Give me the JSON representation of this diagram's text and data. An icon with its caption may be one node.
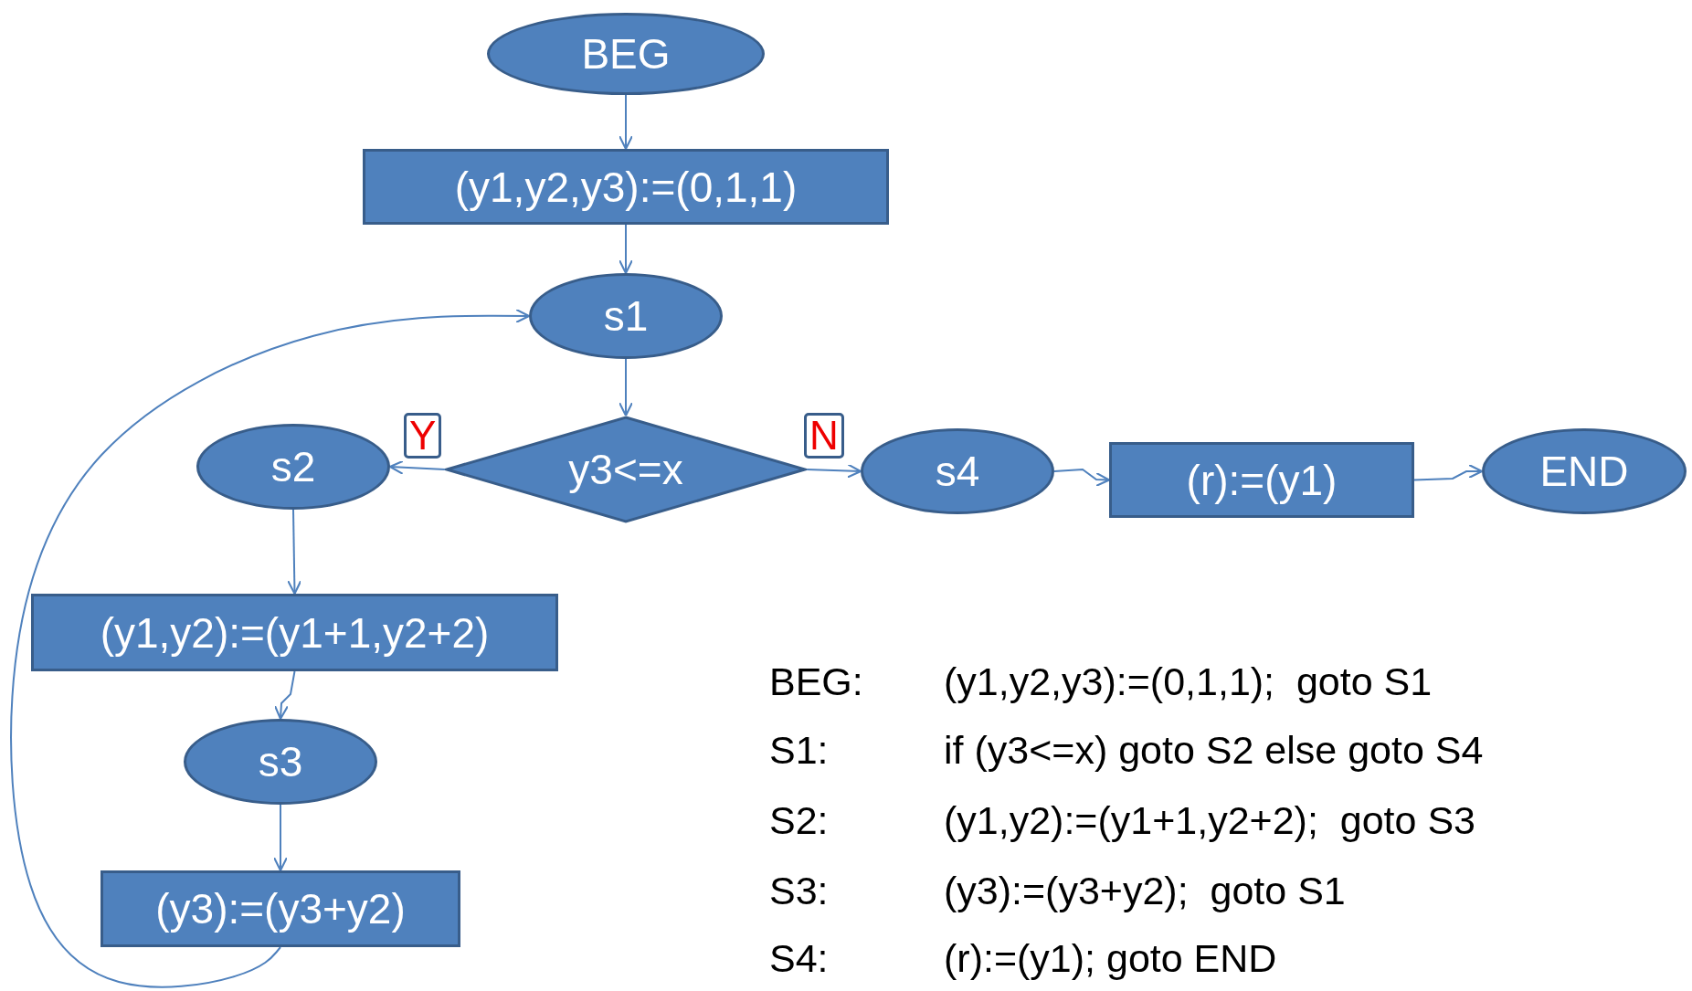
{
  "diagram": {
    "nodes": [
      {
        "text": [
          "BEG"
        ]
      },
      {
        "text": [
          "(y1,y2,y3):=(0,1,1)"
        ]
      },
      {
        "text": [
          "s1"
        ]
      },
      {
        "text": [
          "y3<=x"
        ]
      },
      {
        "text": [
          "s2"
        ]
      },
      {
        "text": [
          "s4"
        ]
      },
      {
        "text": [
          "(r):=(y1)"
        ]
      },
      {
        "text": [
          "END"
        ]
      },
      {
        "text": [
          "(y1,y2):=(y1+1,y2+2)"
        ]
      },
      {
        "text": [
          "s3"
        ]
      },
      {
        "text": [
          "(y3):=(y3+y2)"
        ]
      }
    ],
    "edges": [
      {
        "from": 0,
        "to": 1,
        "arrow": "to"
      },
      {
        "from": 1,
        "to": 2,
        "arrow": "to"
      },
      {
        "from": 2,
        "to": 3,
        "arrow": "to"
      },
      {
        "from": 3,
        "to": 4,
        "arrow": "to",
        "label": "Y"
      },
      {
        "from": 3,
        "to": 5,
        "arrow": "to",
        "label": "N"
      },
      {
        "from": 5,
        "to": 6,
        "arrow": "to"
      },
      {
        "from": 6,
        "to": 7,
        "arrow": "to"
      },
      {
        "from": 4,
        "to": 8,
        "arrow": "to"
      },
      {
        "from": 8,
        "to": 9,
        "arrow": "to"
      },
      {
        "from": 9,
        "to": 10,
        "arrow": "to"
      },
      {
        "from": 10,
        "to": 2,
        "arrow": "to"
      }
    ],
    "labels": [
      "BEG:",
      "(y1,y2,y3):=(0,1,1);  goto S1",
      "S1:",
      "if (y3<=x) goto S2 else goto S4",
      "S2:",
      "(y1,y2):=(y1+1,y2+2);  goto S3",
      "S3:",
      "(y3):=(y3+y2);  goto S1",
      "S4:",
      "(r):=(y1); goto END"
    ]
  }
}
